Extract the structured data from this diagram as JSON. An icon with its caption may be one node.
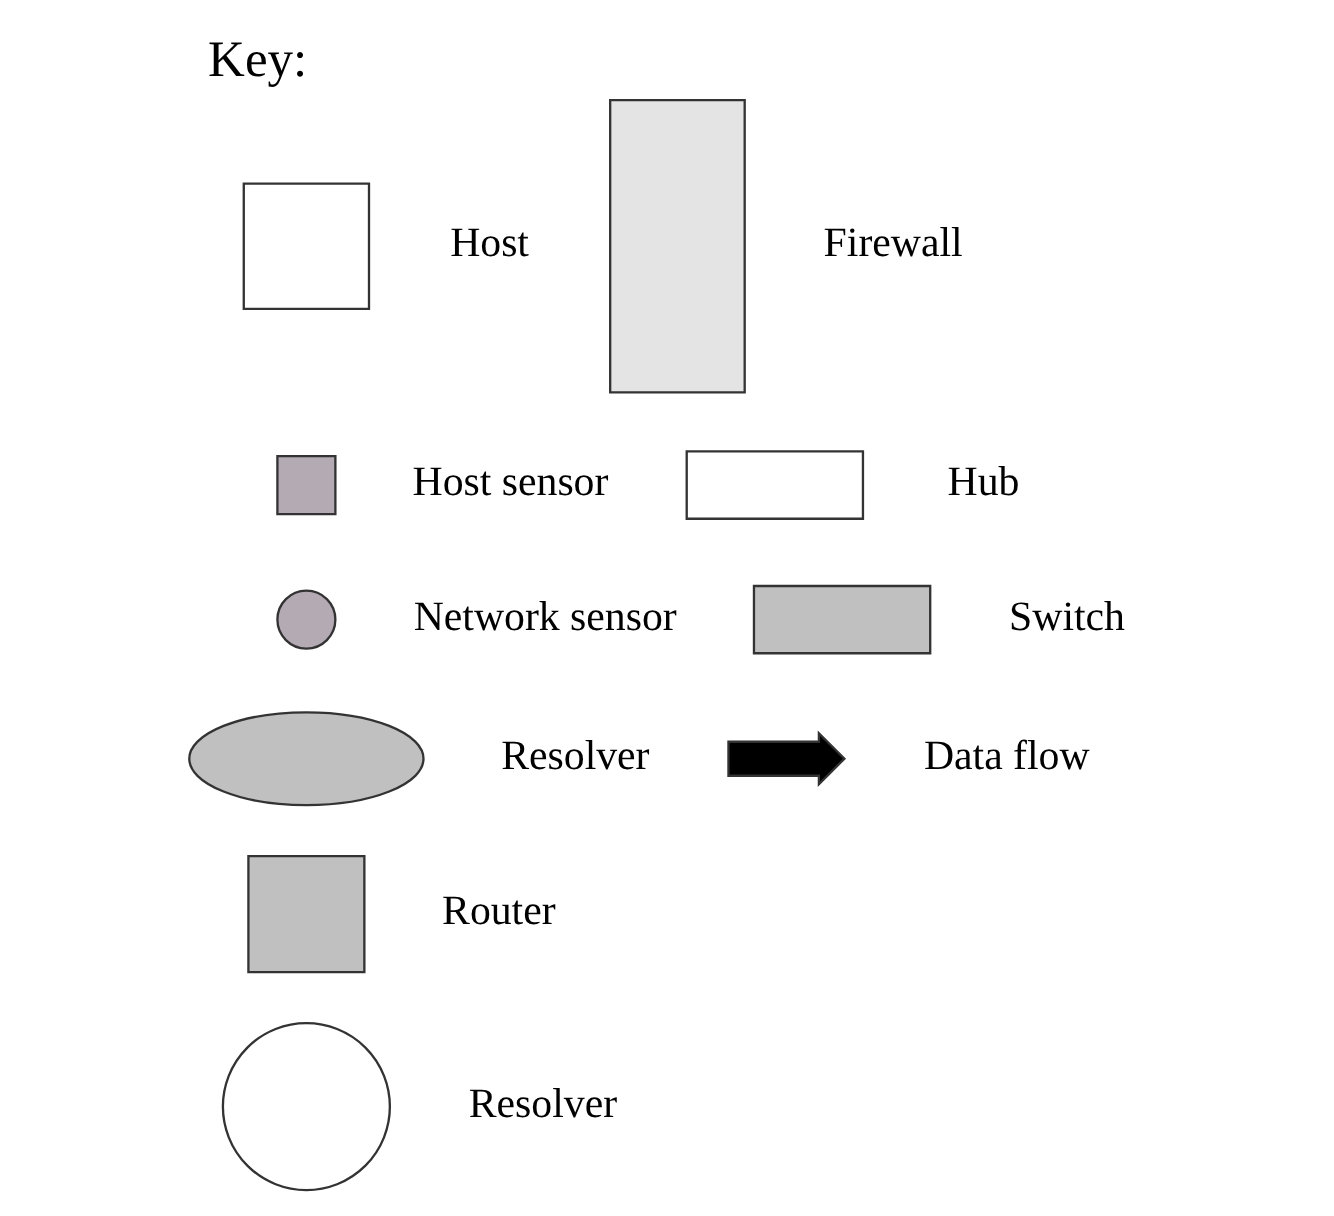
{
  "diagram": {
    "title": "Key:",
    "nodes": [
      {
        "text": [],
        "shape": "box",
        "beside": [
          "Host"
        ]
      },
      {
        "text": [],
        "shape": "box",
        "beside": [
          "Host sensor"
        ]
      },
      {
        "text": [],
        "shape": "circle",
        "beside": [
          "Network sensor"
        ]
      },
      {
        "text": [],
        "shape": "ellipse",
        "beside": [
          "Resolver"
        ]
      },
      {
        "text": [],
        "shape": "box",
        "beside": [
          "Router"
        ]
      },
      {
        "text": [],
        "shape": "circle",
        "beside": [
          "Resolver"
        ]
      },
      {
        "text": [],
        "shape": "box",
        "beside": [
          "Firewall"
        ]
      },
      {
        "text": [],
        "shape": "box",
        "beside": [
          "Hub"
        ]
      },
      {
        "text": [],
        "shape": "box",
        "beside": [
          "Switch"
        ]
      },
      {
        "text": [],
        "shape": "arrow",
        "beside": [
          "Data flow"
        ]
      }
    ]
  }
}
